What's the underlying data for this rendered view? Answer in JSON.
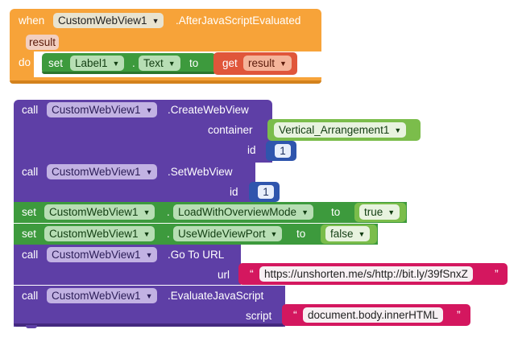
{
  "event_block": {
    "when": "when",
    "component": "CustomWebView1",
    "event": ".AfterJavaScriptEvaluated",
    "param": "result",
    "do": "do",
    "set_keyword": "set",
    "set_component": "Label1",
    "set_dot": ".",
    "set_property": "Text",
    "to": "to",
    "get_keyword": "get",
    "get_var": "result"
  },
  "create_block": {
    "call": "call",
    "component": "CustomWebView1",
    "method": ".CreateWebView",
    "container_label": "container",
    "container_value": "Vertical_Arrangement1",
    "id_label": "id",
    "id_value": "1"
  },
  "setwebview_block": {
    "call": "call",
    "component": "CustomWebView1",
    "method": ".SetWebView",
    "id_label": "id",
    "id_value": "1"
  },
  "overview_block": {
    "set": "set",
    "component": "CustomWebView1",
    "dot": ".",
    "property": "LoadWithOverviewMode",
    "to": "to",
    "value": "true"
  },
  "wideview_block": {
    "set": "set",
    "component": "CustomWebView1",
    "dot": ".",
    "property": "UseWideViewPort",
    "to": "to",
    "value": "false"
  },
  "gotourl_block": {
    "call": "call",
    "component": "CustomWebView1",
    "method": ".Go To URL",
    "url_label": "url",
    "url_value": "https://unshorten.me/s/http://bit.ly/39fSnxZ"
  },
  "evaluate_block": {
    "call": "call",
    "component": "CustomWebView1",
    "method": ".EvaluateJavaScript",
    "script_label": "script",
    "script_value": "document.body.innerHTML"
  },
  "icons": {
    "dropdown": "chevron-down-icon",
    "quote_open": "“",
    "quote_close": "”"
  },
  "colors": {
    "event": "#f7a339",
    "call": "#5e3fa6",
    "setter": "#3d9a3d",
    "component_ref": "#7bbd4b",
    "number": "#2f55ad",
    "text": "#d4175f",
    "variable": "#e0563a"
  }
}
